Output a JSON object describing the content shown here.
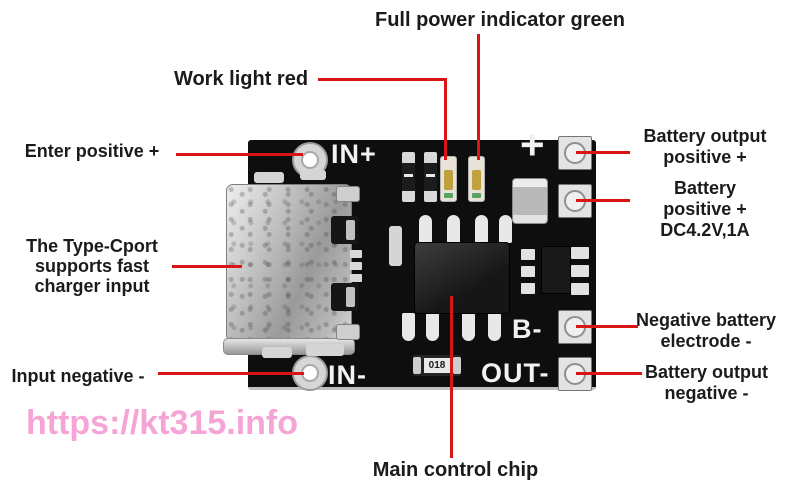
{
  "colors": {
    "leader_red": "#d91515",
    "pcb_black": "#0e0e0e",
    "watermark_pink": "#f6a4d6",
    "label_black": "#1b1b1b",
    "silkscreen_white": "#f2f2f2"
  },
  "annotations": {
    "full_power": "Full power indicator green",
    "work_light": "Work light red",
    "enter_positive": "Enter positive +",
    "type_c": "The Type-Cport\nsupports fast\ncharger input",
    "input_negative": "Input negative -",
    "battery_output_positive": "Battery output\npositive +",
    "battery_positive": "Battery\npositive +\nDC4.2V,1A",
    "negative_battery": "Negative battery\nelectrode -",
    "battery_output_negative": "Battery output\nnegative -",
    "main_control": "Main control chip"
  },
  "board": {
    "silkscreen": {
      "in_plus": "IN+",
      "in_minus": "IN-",
      "out_minus": "OUT-",
      "b_minus": "B-",
      "plus_mark": "+",
      "resistor_code": "018"
    }
  },
  "watermark": {
    "text": "https://kt315.info"
  }
}
